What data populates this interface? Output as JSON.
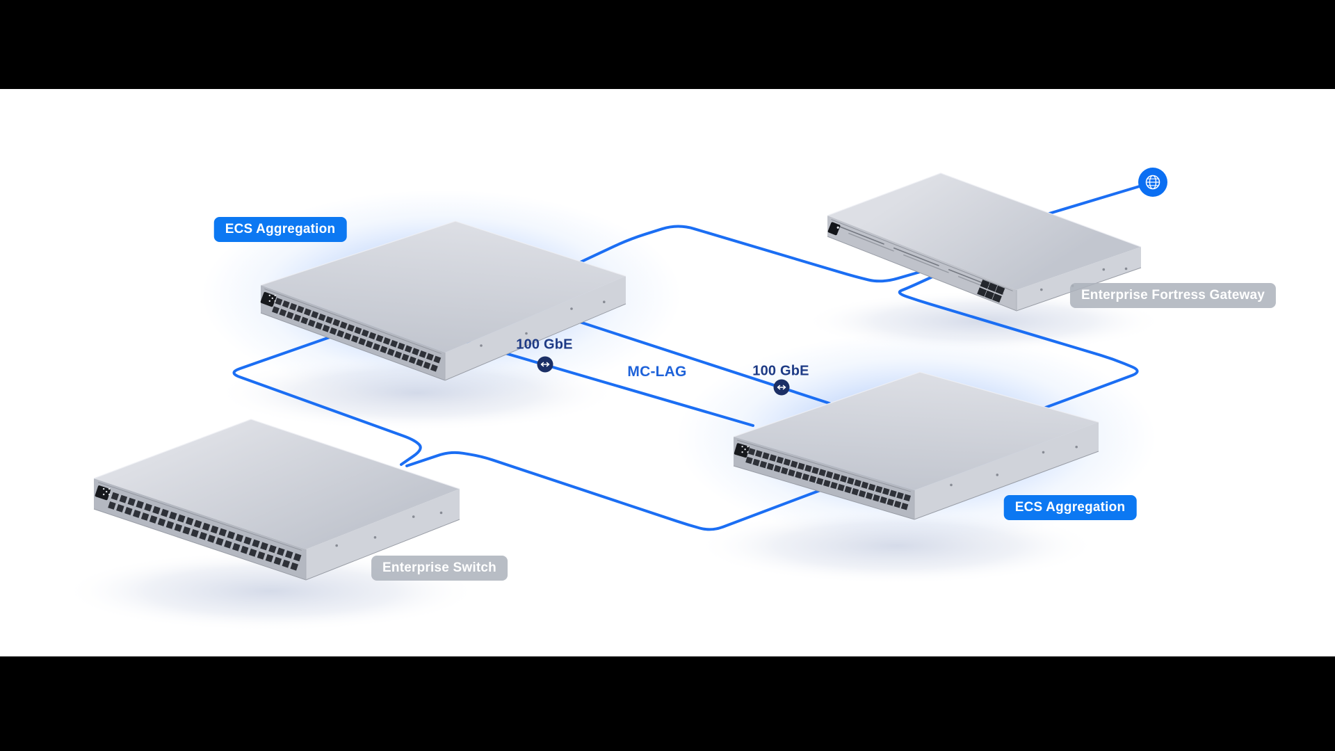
{
  "scene": {
    "background": "#ffffff",
    "letterbox_color": "#000000"
  },
  "nodes": {
    "agg_top": {
      "label": "ECS Aggregation",
      "style": "blue-pill"
    },
    "gateway": {
      "label": "Enterprise Fortress Gateway",
      "style": "gray-pill"
    },
    "ent_switch": {
      "label": "Enterprise Switch",
      "style": "gray-pill"
    },
    "agg_bottom": {
      "label": "ECS Aggregation",
      "style": "blue-pill"
    }
  },
  "links": {
    "mclag_label": "MC-LAG",
    "speed_left": "100 GbE",
    "speed_right": "100 GbE"
  },
  "icons": {
    "globe": "internet-globe-icon",
    "speed_badge": "bidirectional-arrow-icon"
  },
  "colors": {
    "cable": "#1b6ef3",
    "blue_pill": "#0c78f2",
    "gray_pill": "rgba(172,177,187,0.85)",
    "mclag_text": "#1e62d9",
    "navy_text": "#1d3a85",
    "navy_badge": "#1b2f66",
    "globe_fill": "#0b6ff2"
  }
}
